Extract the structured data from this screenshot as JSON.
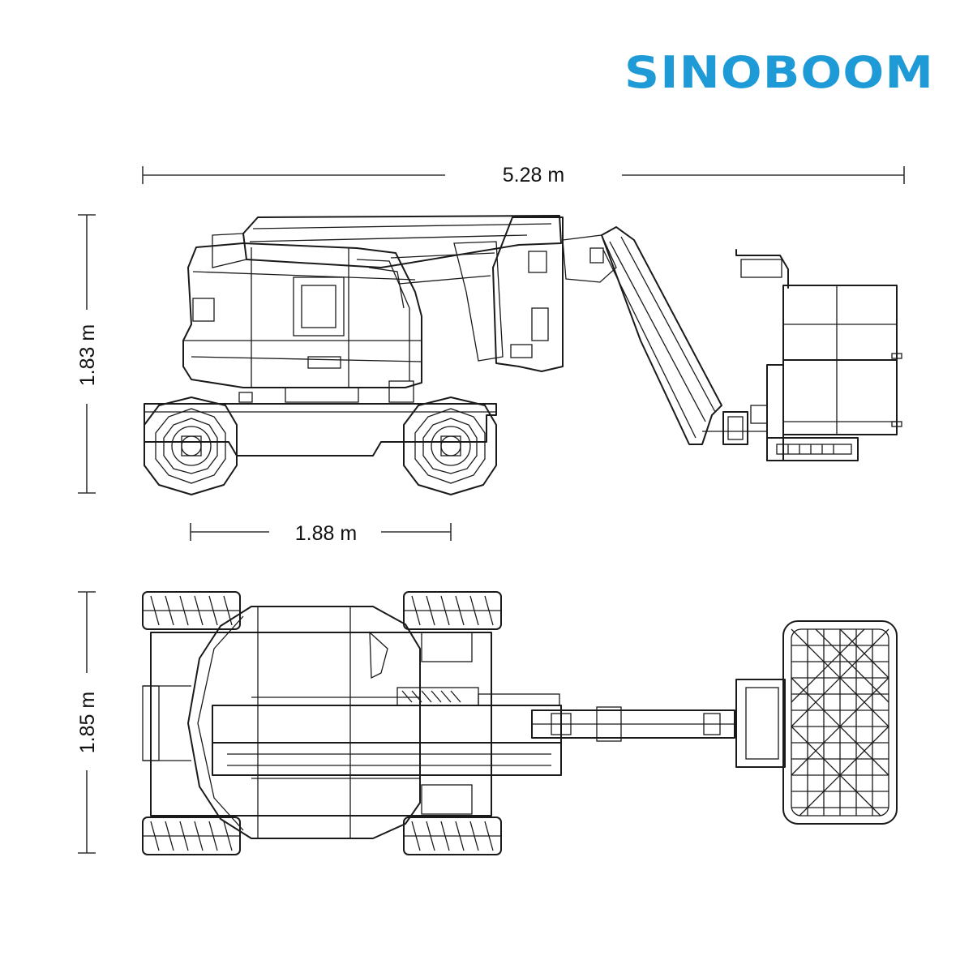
{
  "brand": {
    "logo_text": "SINOBOOM",
    "color": "#1e9bd7"
  },
  "dimensions": {
    "overall_length": "5.28 m",
    "stowed_height": "1.83 m",
    "wheelbase": "1.88 m",
    "overall_width": "1.85 m"
  },
  "views": [
    "side-view",
    "top-view"
  ]
}
